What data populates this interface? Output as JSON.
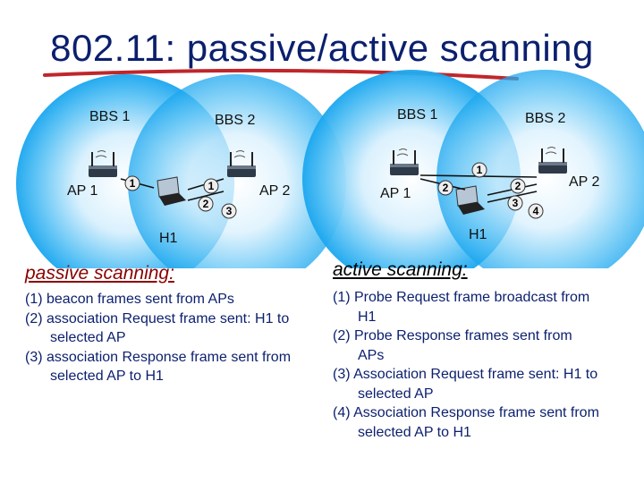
{
  "title": "802.11: passive/active scanning",
  "left_diagram": {
    "bbs1": "BBS 1",
    "bbs2": "BBS 2",
    "ap1": "AP 1",
    "ap2": "AP 2",
    "host": "H1",
    "markers": [
      "1",
      "1",
      "2",
      "3"
    ]
  },
  "right_diagram": {
    "bbs1": "BBS 1",
    "bbs2": "BBS 2",
    "ap1": "AP 1",
    "ap2": "AP 2",
    "host": "H1",
    "markers": [
      "1",
      "2",
      "2",
      "3",
      "4"
    ]
  },
  "passive": {
    "heading": "passive scanning:",
    "steps": [
      "(1) beacon frames sent from APs",
      "(2) association Request frame sent: H1 to selected AP",
      "(3) association Response frame sent from selected AP to H1"
    ]
  },
  "active": {
    "heading": "active scanning:",
    "steps": [
      "(1) Probe Request frame broadcast from H1",
      "(2) Probe Response frames sent from APs",
      "(3) Association Request frame sent: H1 to selected AP",
      "(4) Association Response frame sent from selected AP to H1"
    ]
  },
  "colors": {
    "title": "#0b1f6e",
    "underline": "#c0262b",
    "cell": "#1aa6ef",
    "passive_heading": "#8b0000"
  }
}
